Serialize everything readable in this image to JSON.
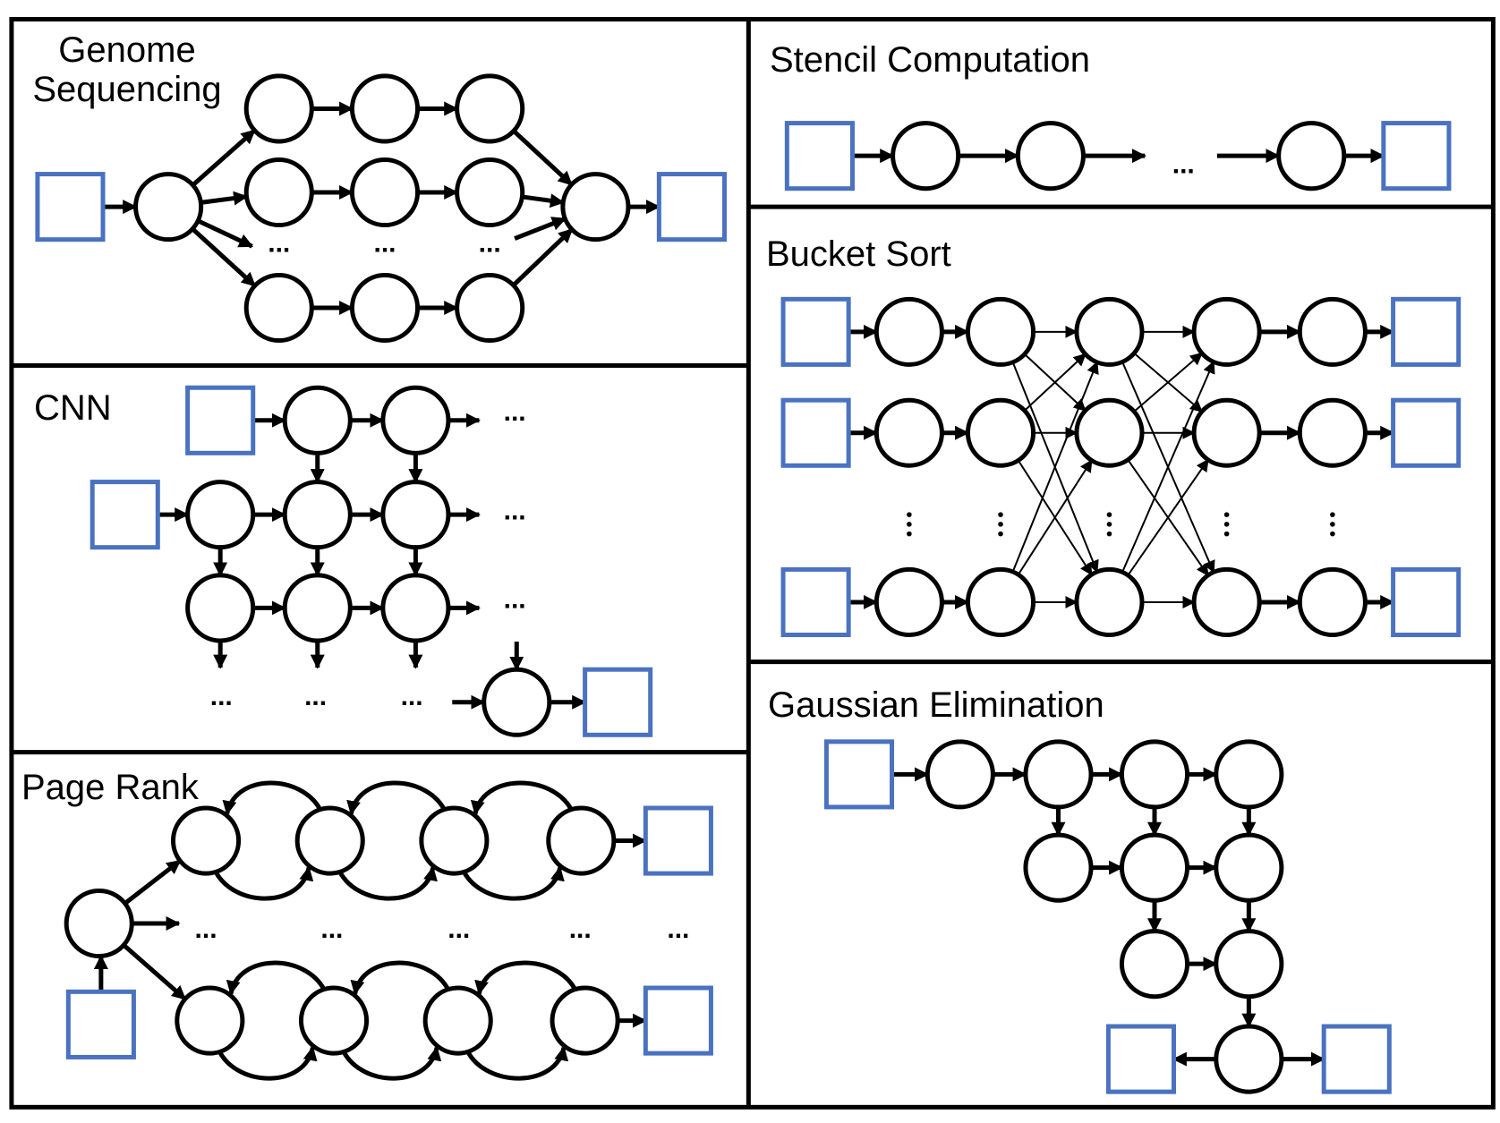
{
  "colors": {
    "stroke": "#000000",
    "terminal": "#4a72c0",
    "background": "#ffffff"
  },
  "panels": {
    "genome": {
      "title_line1": "Genome",
      "title_line2": "Sequencing"
    },
    "stencil": {
      "title": "Stencil Computation"
    },
    "bucket": {
      "title": "Bucket Sort"
    },
    "cnn": {
      "title": "CNN"
    },
    "pagerank": {
      "title": "Page Rank"
    },
    "gaussian": {
      "title": "Gaussian Elimination"
    }
  },
  "glyphs": {
    "ellipsis": "...",
    "vertical_ellipsis": "⋮"
  },
  "legend_semantics": {
    "circle": "task-node",
    "square": "input-output-node"
  }
}
